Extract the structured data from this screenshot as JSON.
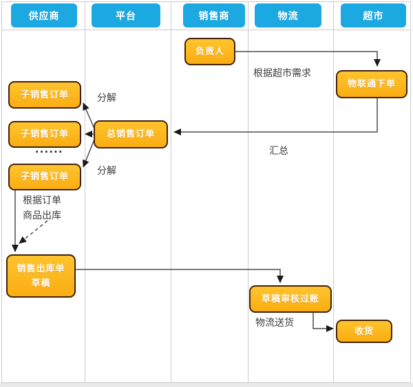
{
  "diagram": {
    "type": "swimlane-flowchart",
    "lanes": [
      {
        "label": "供应商"
      },
      {
        "label": "平台"
      },
      {
        "label": "销售商"
      },
      {
        "label": "物流"
      },
      {
        "label": "超市"
      }
    ],
    "nodes": {
      "responsible_person": {
        "label": "负责人",
        "lane": "销售商"
      },
      "iot_order": {
        "label": "物联通下单",
        "lane": "超市"
      },
      "sub_order_1": {
        "label": "子销售订单",
        "lane": "供应商"
      },
      "sub_order_2": {
        "label": "子销售订单",
        "lane": "供应商"
      },
      "sub_order_3": {
        "label": "子销售订单",
        "lane": "供应商"
      },
      "total_order": {
        "label": "总销售订单",
        "lane": "平台"
      },
      "outbound_draft": {
        "label_line1": "销售出库单",
        "label_line2": "草稿",
        "lane": "供应商"
      },
      "draft_review": {
        "label": "草稿审核过账",
        "lane": "物流"
      },
      "receive": {
        "label": "收货",
        "lane": "超市"
      }
    },
    "labels": {
      "per_supermarket_demand": "根据超市需求",
      "summarize": "汇总",
      "decompose_top": "分解",
      "decompose_bottom": "分解",
      "ellipsis": "......",
      "per_order_line1": "根据订单",
      "per_order_line2": "商品出库",
      "logistics_delivery": "物流送货"
    },
    "edges": [
      {
        "from": "responsible_person",
        "to": "iot_order",
        "style": "solid",
        "label": "根据超市需求"
      },
      {
        "from": "iot_order",
        "to": "total_order",
        "style": "solid",
        "label": "汇总"
      },
      {
        "from": "total_order",
        "to": "sub_order_1",
        "style": "solid",
        "label": "分解"
      },
      {
        "from": "total_order",
        "to": "sub_order_2",
        "style": "solid",
        "label": ""
      },
      {
        "from": "total_order",
        "to": "sub_order_3",
        "style": "solid",
        "label": "分解"
      },
      {
        "from": "sub_order_3",
        "to": "outbound_draft",
        "style": "solid",
        "label": "根据订单 商品出库"
      },
      {
        "from": "sub_order_3",
        "to": "outbound_draft",
        "style": "dashed",
        "label": ""
      },
      {
        "from": "outbound_draft",
        "to": "draft_review",
        "style": "solid",
        "label": ""
      },
      {
        "from": "draft_review",
        "to": "receive",
        "style": "solid",
        "label": "物流送货"
      }
    ],
    "colors": {
      "lane_header_bg": "#1CA8E0",
      "lane_header_text": "#FFFFFF",
      "node_fill": "#FDB414",
      "node_border": "#42210B",
      "node_text": "#FFFFFF",
      "connector": "#4D4D4D",
      "grid_line": "#CBCBCB",
      "label_text": "#3D3D3D"
    }
  }
}
